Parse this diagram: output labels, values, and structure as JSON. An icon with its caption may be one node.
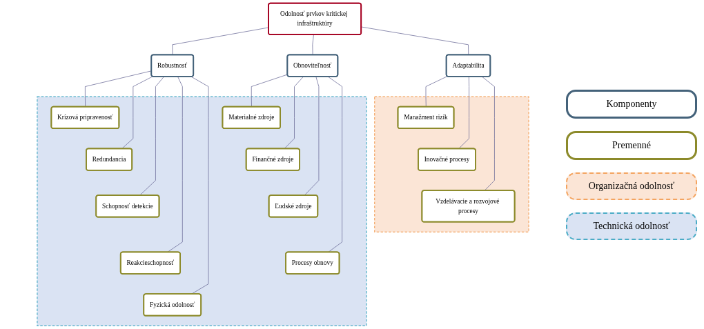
{
  "diagram": {
    "nodes": [
      {
        "text": [
          "Odolnosť prvkov kritickej infraštruktúry"
        ]
      },
      {
        "text": [
          "Robustnosť"
        ]
      },
      {
        "text": [
          "Obnoviteľnosť"
        ]
      },
      {
        "text": [
          "Adaptabilita"
        ]
      },
      {
        "text": [],
        "shape": "box"
      },
      {
        "text": [
          "Krízová pripravenosť"
        ],
        "in": 4
      },
      {
        "text": [
          "Redundancia"
        ],
        "in": 4
      },
      {
        "text": [
          "Schopnosť detekcie"
        ],
        "in": 4
      },
      {
        "text": [
          "Reakcieschopnosť"
        ],
        "in": 4
      },
      {
        "text": [
          "Fyzická odolnosť"
        ],
        "in": 4
      },
      {
        "text": [
          "Materialné zdroje"
        ],
        "in": 4
      },
      {
        "text": [
          "Finančné zdroje"
        ],
        "in": 4
      },
      {
        "text": [
          "Ľudské zdroje"
        ],
        "in": 4
      },
      {
        "text": [
          "Procesy obnovy"
        ],
        "in": 4
      },
      {
        "text": [],
        "shape": "box"
      },
      {
        "text": [
          "Manažment rizík"
        ],
        "in": 14
      },
      {
        "text": [
          "Inovačné procesy"
        ],
        "in": 14
      },
      {
        "text": [
          "Vzdelávacie a rozvojové procesy"
        ],
        "in": 14
      }
    ],
    "edges": [
      {
        "from": 0,
        "to": 1,
        "arrow": "none"
      },
      {
        "from": 0,
        "to": 2,
        "arrow": "none"
      },
      {
        "from": 0,
        "to": 3,
        "arrow": "none"
      },
      {
        "from": 1,
        "to": 5,
        "arrow": "none"
      },
      {
        "from": 1,
        "to": 6,
        "arrow": "none"
      },
      {
        "from": 1,
        "to": 7,
        "arrow": "none"
      },
      {
        "from": 1,
        "to": 8,
        "arrow": "none"
      },
      {
        "from": 1,
        "to": 9,
        "arrow": "none"
      },
      {
        "from": 2,
        "to": 10,
        "arrow": "none"
      },
      {
        "from": 2,
        "to": 11,
        "arrow": "none"
      },
      {
        "from": 2,
        "to": 12,
        "arrow": "none"
      },
      {
        "from": 2,
        "to": 13,
        "arrow": "none"
      },
      {
        "from": 3,
        "to": 15,
        "arrow": "none"
      },
      {
        "from": 3,
        "to": 16,
        "arrow": "none"
      },
      {
        "from": 3,
        "to": 17,
        "arrow": "none"
      }
    ],
    "legend": [
      {
        "text": "Komponenty"
      },
      {
        "text": "Premenné"
      },
      {
        "text": "Organizačná odolnosť",
        "color": "#fbe5d6"
      },
      {
        "text": "Technická odolnosť",
        "color": "#dae3f3"
      }
    ]
  }
}
